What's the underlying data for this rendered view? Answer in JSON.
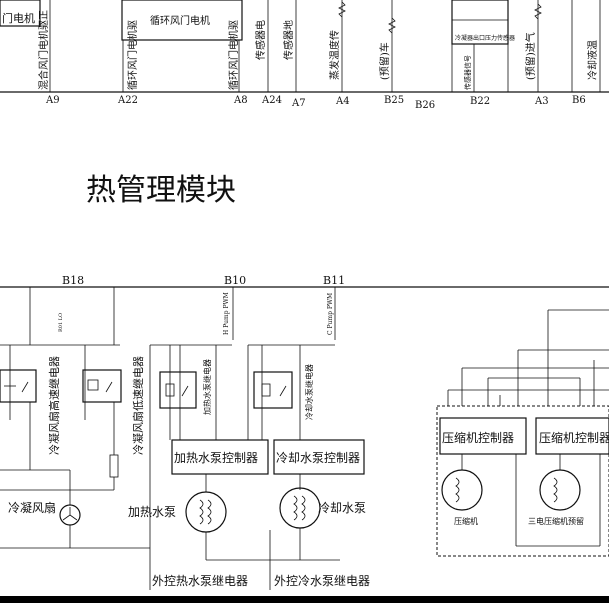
{
  "title": "热管理模块",
  "top_section": {
    "pins": [
      "A9",
      "A22",
      "A8",
      "A24",
      "A7",
      "A4",
      "B25",
      "B26",
      "B22",
      "A3",
      "B6"
    ],
    "labels": [
      "门电机",
      "混合风门电机驱正",
      "循环风门电机",
      "循环风门电机驱",
      "循环风门电机驱",
      "传感器电",
      "传感器地",
      "蒸发温度传",
      "(预留)车",
      "冷凝器出口压力传感器",
      "传感器信号",
      "(预留)进气",
      "冷却液温"
    ]
  },
  "bus": {
    "pins": [
      "B18",
      "B10",
      "B11"
    ]
  },
  "relays": [
    {
      "label": "冷凝风扇高速继电器",
      "sub": "R01 LO"
    },
    {
      "label": "冷凝风扇低速继电器",
      "sub": ""
    },
    {
      "label": "加热水泵继电器",
      "sub": "H Pump PWM"
    },
    {
      "label": "冷却水泵继电器",
      "sub": "C Pump PWM"
    }
  ],
  "controllers": {
    "heat": "加热水泵控制器",
    "cool": "冷却水泵控制器",
    "comp1": "压缩机控制器",
    "comp2": "压缩机控制器"
  },
  "devices": {
    "fan": "冷凝风扇",
    "heat_pump": "加热水泵",
    "cool_pump": "冷却水泵",
    "comp1": "压缩机",
    "comp2": "三电压缩机预留"
  },
  "bottom": {
    "heat_relay": "外控热水泵继电器",
    "cool_relay": "外控冷水泵继电器"
  }
}
